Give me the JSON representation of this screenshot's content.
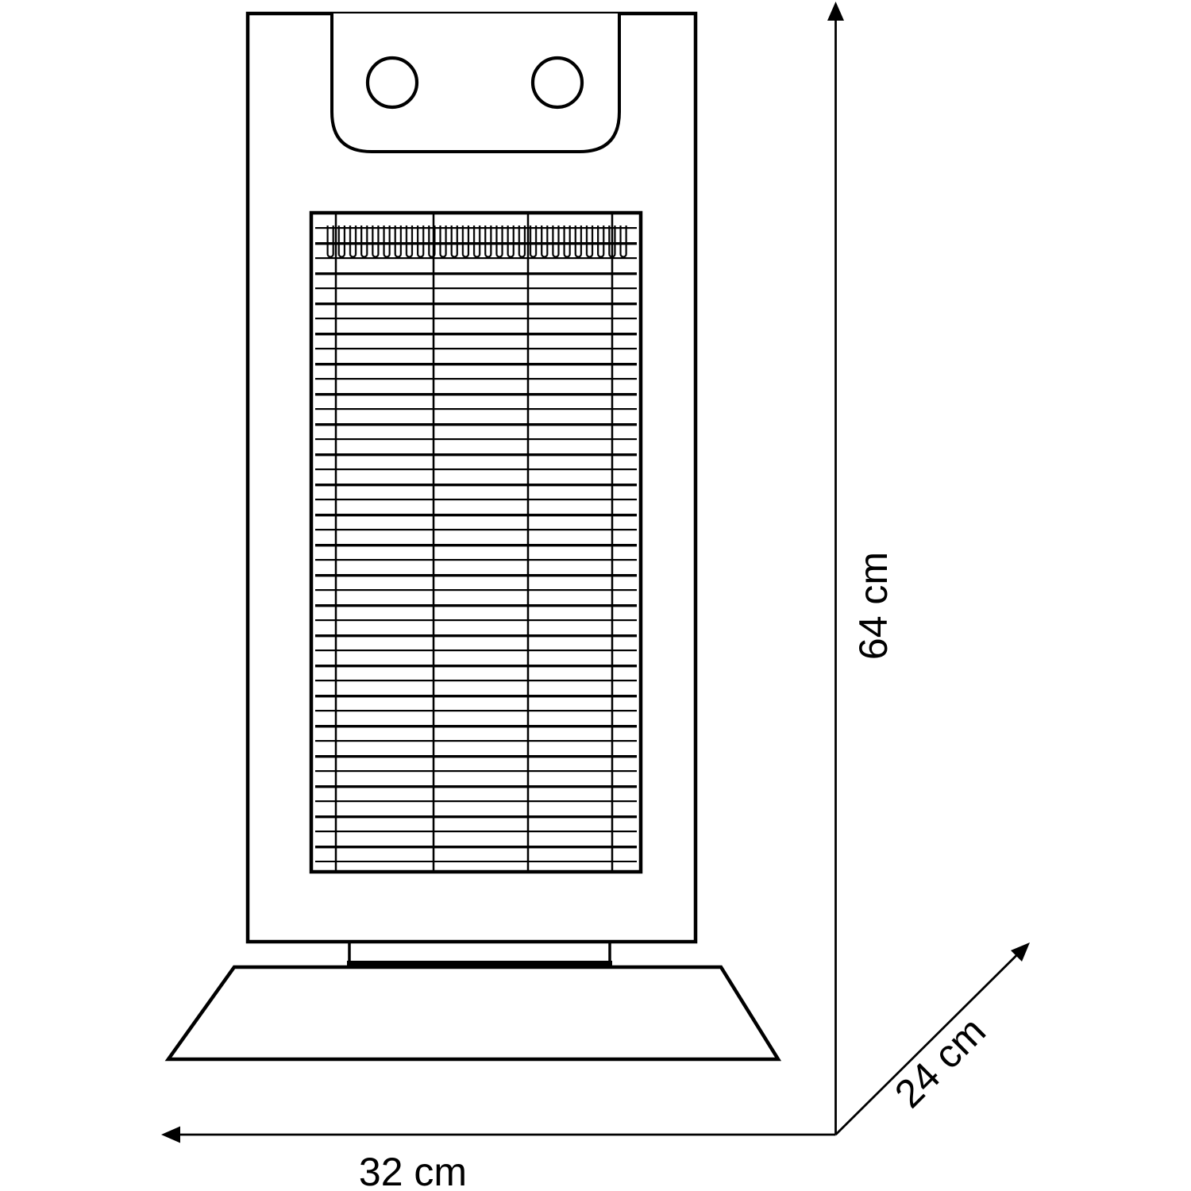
{
  "diagram": {
    "dimensions": {
      "height": {
        "value": 64,
        "unit": "cm",
        "label": "64 cm"
      },
      "width": {
        "value": 32,
        "unit": "cm",
        "label": "32 cm"
      },
      "depth": {
        "value": 24,
        "unit": "cm",
        "label": "24 cm"
      }
    },
    "colors": {
      "line": "#000000",
      "background": "#ffffff"
    }
  }
}
